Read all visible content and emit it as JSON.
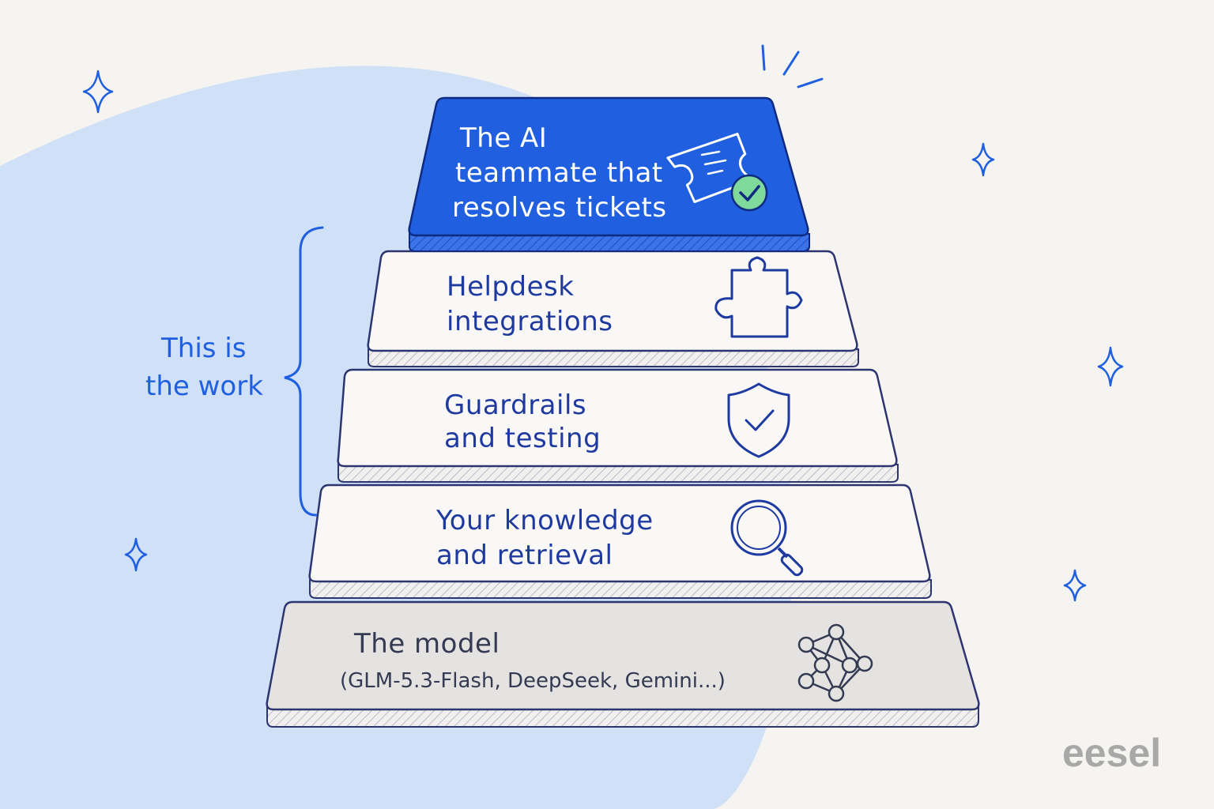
{
  "layers": {
    "top": {
      "line1": "The AI",
      "line2": "teammate that",
      "line3": "resolves tickets"
    },
    "integrations": {
      "line1": "Helpdesk",
      "line2": "integrations"
    },
    "guardrails": {
      "line1": "Guardrails",
      "line2": "and testing"
    },
    "knowledge": {
      "line1": "Your knowledge",
      "line2": "and retrieval"
    },
    "model": {
      "line1": "The model",
      "line2": "(GLM-5.3-Flash, DeepSeek, Gemini...)"
    }
  },
  "annotation": {
    "line1": "This is",
    "line2": "the work"
  },
  "brand": {
    "logo_text": "eesel"
  },
  "icons": {
    "top": "ticket-check-icon",
    "integrations": "puzzle-piece-icon",
    "guardrails": "shield-check-icon",
    "knowledge": "magnifier-icon",
    "model": "neural-network-icon"
  },
  "colors": {
    "accent_blue": "#1f5fe0",
    "ink": "#2a3a8c",
    "light_blue_blob": "#cfe0f7",
    "model_gray": "#e4e3e1",
    "check_green": "#7fd99a",
    "brand_gray": "#a8a8a8"
  }
}
